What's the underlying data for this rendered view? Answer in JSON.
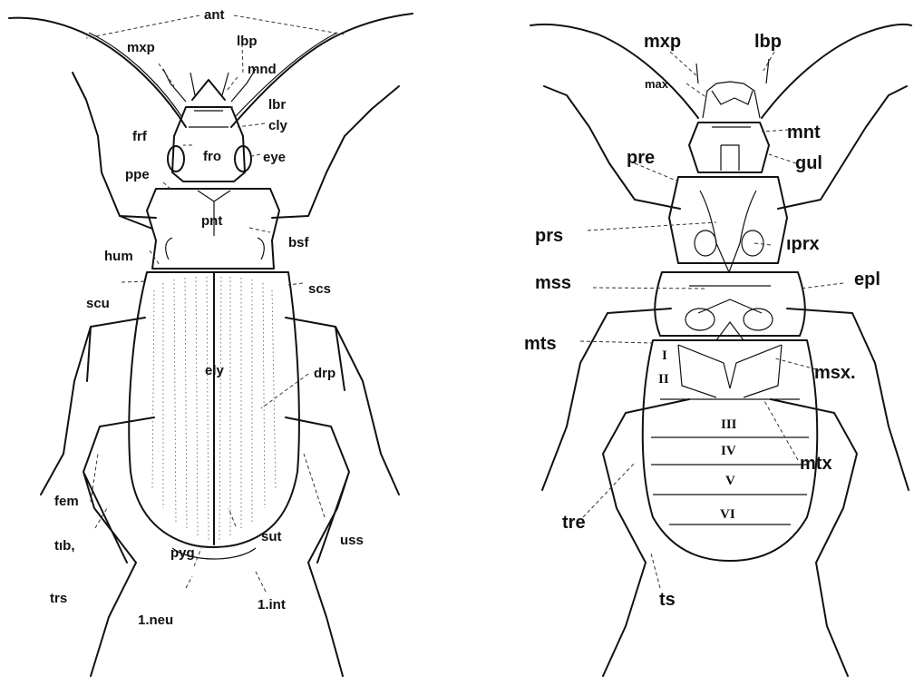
{
  "dorsal": {
    "labels": {
      "ant": "ant",
      "mxp": "mxp",
      "lbp": "lbp",
      "mnd": "mnd",
      "lbr": "lbr",
      "cly": "cly",
      "frf": "frf",
      "fro": "fro",
      "eye": "eye",
      "ppe": "ppe",
      "pnt": "pnt",
      "bsf": "bsf",
      "hum": "hum",
      "scu": "scu",
      "scs": "scs",
      "ely": "ely",
      "drp": "drp",
      "fem": "fem",
      "tib": "tıb,",
      "sut": "sut",
      "uss": "uss",
      "pyg": "pyg",
      "trs": "trs",
      "neu": "1.neu",
      "int": "1.int"
    }
  },
  "ventral": {
    "labels": {
      "mxp": "mxp",
      "lbp": "lbp",
      "max": "max",
      "mnt": "mnt",
      "gul": "gul",
      "pre": "pre",
      "prs": "prs",
      "prx": "ıprx",
      "mss": "mss",
      "epl": "epl",
      "mts": "mts",
      "msx": "msx.",
      "mtx": "mtx",
      "tre": "tre",
      "ts": "ts"
    },
    "sternites": [
      "I",
      "II",
      "III",
      "IV",
      "V",
      "VI"
    ]
  },
  "colors": {
    "ink": "#111111",
    "background": "#ffffff"
  }
}
